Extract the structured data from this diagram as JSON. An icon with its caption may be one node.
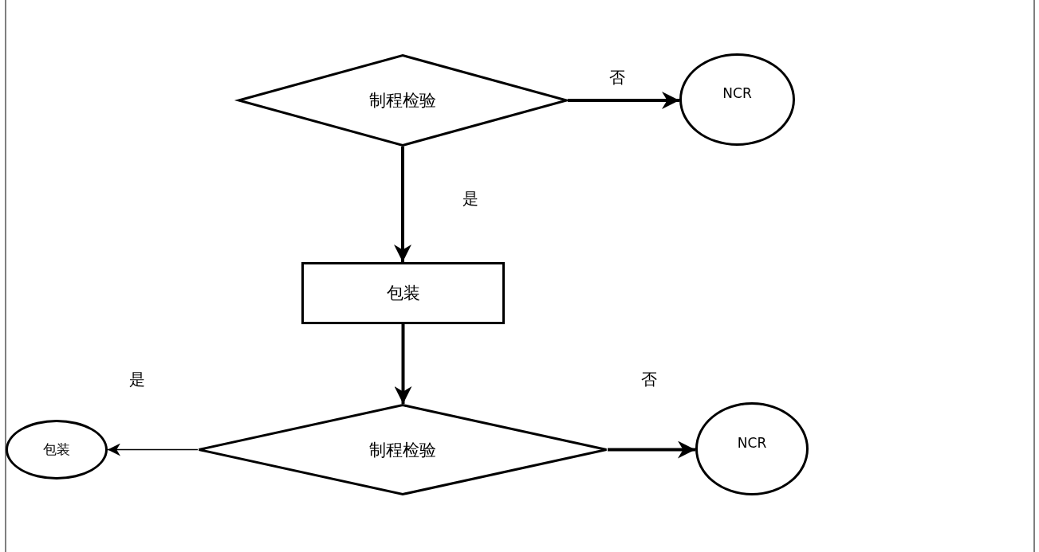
{
  "diagram": {
    "nodes": [
      {
        "text": [
          "制程检验"
        ]
      },
      {
        "text": [
          "NCR"
        ]
      },
      {
        "text": [
          "包装"
        ]
      },
      {
        "text": [
          "制程检验"
        ]
      },
      {
        "text": [
          "包装"
        ]
      },
      {
        "text": [
          "NCR"
        ]
      }
    ],
    "edges": [
      {
        "from": 0,
        "to": 1,
        "arrow": "to",
        "label": "否"
      },
      {
        "from": 0,
        "to": 2,
        "arrow": "to",
        "label": "是"
      },
      {
        "from": 2,
        "to": 3,
        "arrow": "to"
      },
      {
        "from": 3,
        "to": 4,
        "arrow": "to",
        "label": "是"
      },
      {
        "from": 3,
        "to": 5,
        "arrow": "to",
        "label": "否"
      }
    ]
  }
}
